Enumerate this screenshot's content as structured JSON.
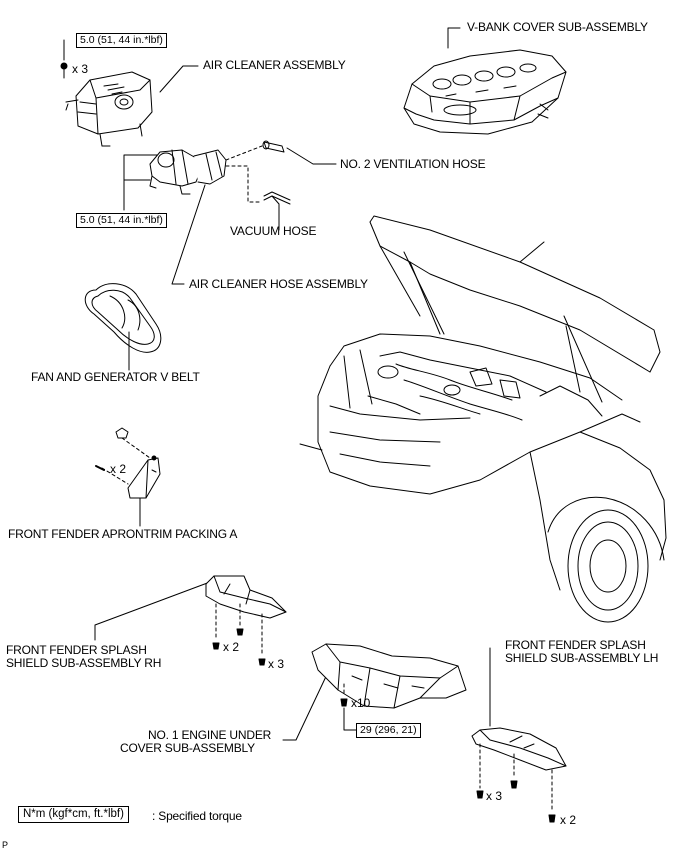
{
  "labels": {
    "vbank_cover": "V-BANK COVER SUB-ASSEMBLY",
    "air_cleaner": "AIR CLEANER ASSEMBLY",
    "vent_hose": "NO. 2 VENTILATION HOSE",
    "vacuum_hose": "VACUUM HOSE",
    "air_cleaner_hose": "AIR CLEANER HOSE ASSEMBLY",
    "v_belt": "FAN AND GENERATOR V BELT",
    "apron_packing": "FRONT FENDER APRONTRIM PACKING A",
    "splash_rh_1": "FRONT FENDER SPLASH",
    "splash_rh_2": "SHIELD SUB-ASSEMBLY RH",
    "splash_lh_1": "FRONT FENDER SPLASH",
    "splash_lh_2": "SHIELD SUB-ASSEMBLY LH",
    "under_cover_1": "NO. 1 ENGINE UNDER",
    "under_cover_2": "COVER SUB-ASSEMBLY"
  },
  "torques": {
    "air_cleaner_bolt": "5.0 (51, 44 in.*lbf)",
    "hose_clamp": "5.0 (51, 44 in.*lbf)",
    "under_cover_bolt": "29 (296, 21)"
  },
  "counts": {
    "air_cleaner": "x 3",
    "apron": "x 2",
    "rh_a": "x 2",
    "rh_b": "x 3",
    "under_cover": "x10",
    "lh_a": "x 3",
    "lh_b": "x 2"
  },
  "legend": {
    "unit": "N*m (kgf*cm, ft.*lbf)",
    "text": ": Specified torque"
  },
  "corner_code": "P"
}
